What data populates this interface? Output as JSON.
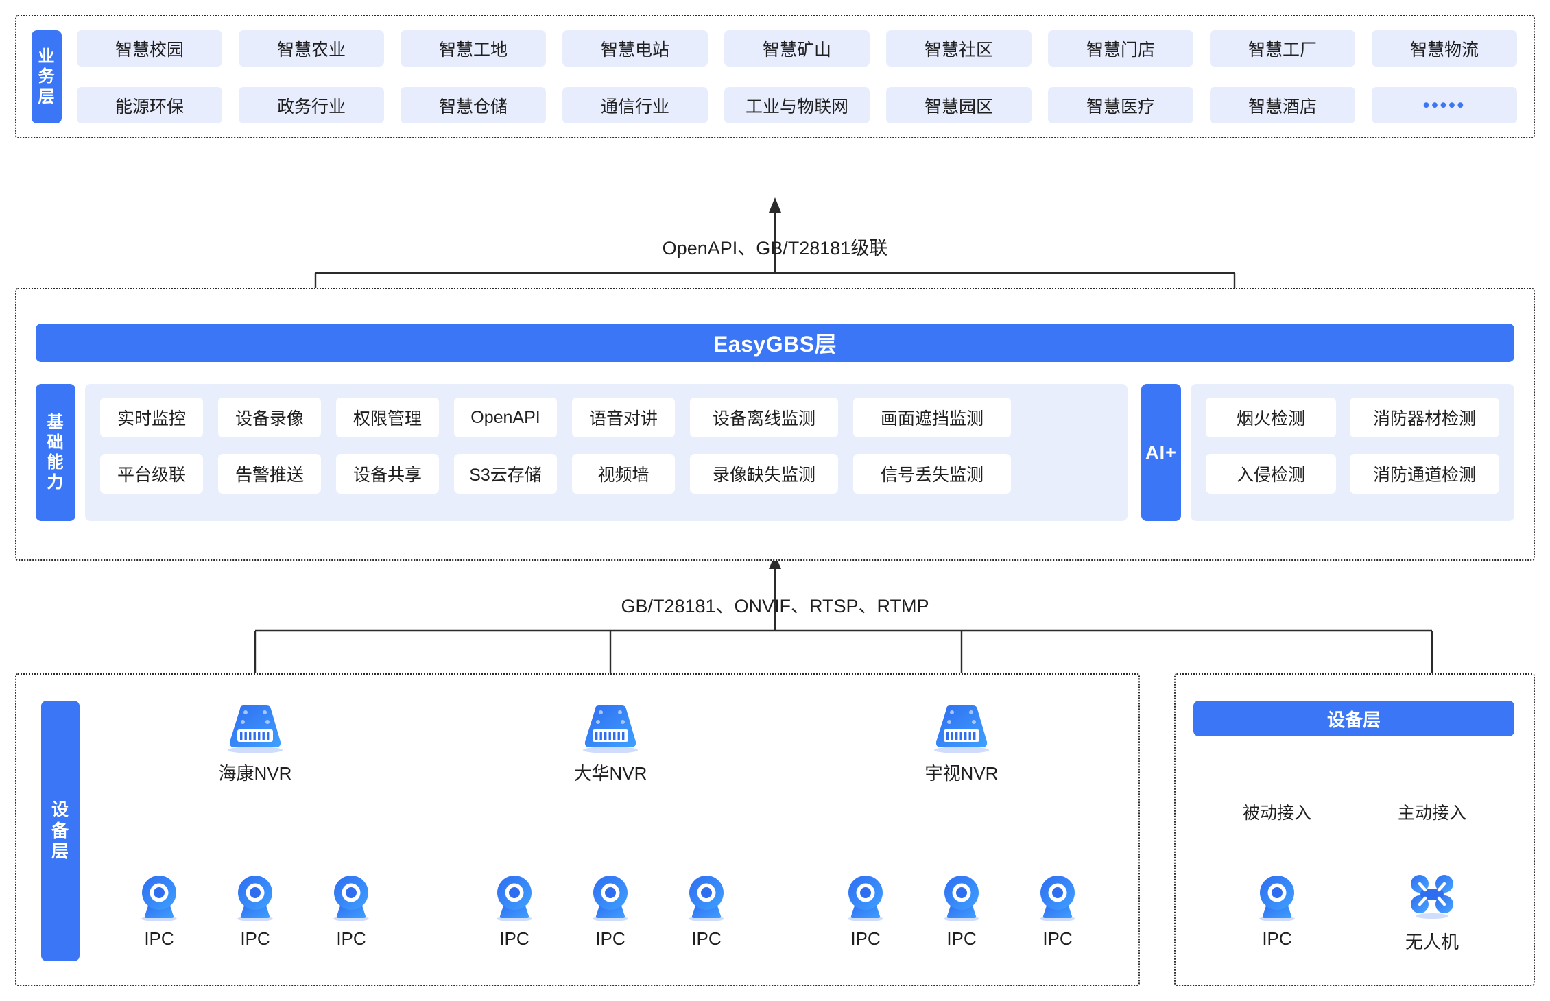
{
  "business_layer": {
    "tab_label": "业务层",
    "items": [
      "智慧校园",
      "智慧农业",
      "智慧工地",
      "智慧电站",
      "智慧矿山",
      "智慧社区",
      "智慧门店",
      "智慧工厂",
      "智慧物流",
      "能源环保",
      "政务行业",
      "智慧仓储",
      "通信行业",
      "工业与物联网",
      "智慧园区",
      "智慧医疗",
      "智慧酒店",
      "•••••"
    ]
  },
  "connections": {
    "business_to_platform": "OpenAPI、GB/T28181级联",
    "platform_to_device": "GB/T28181、ONVIF、RTSP、RTMP"
  },
  "platform_layer": {
    "title": "EasyGBS层",
    "ability_tab_label": "基础能力",
    "ability_items": [
      "实时监控",
      "设备录像",
      "权限管理",
      "OpenAPI",
      "语音对讲",
      "设备离线监测",
      "画面遮挡监测",
      "平台级联",
      "告警推送",
      "设备共享",
      "S3云存储",
      "视频墙",
      "录像缺失监测",
      "信号丢失监测"
    ],
    "ai_tab_label": "AI+",
    "ai_items": [
      "烟火检测",
      "消防器材检测",
      "入侵检测",
      "消防通道检测"
    ]
  },
  "device_layer": {
    "tab_label": "设备层",
    "nvr_groups": [
      {
        "nvr_label": "海康NVR",
        "cameras": [
          "IPC",
          "IPC",
          "IPC"
        ]
      },
      {
        "nvr_label": "大华NVR",
        "cameras": [
          "IPC",
          "IPC",
          "IPC"
        ]
      },
      {
        "nvr_label": "宇视NVR",
        "cameras": [
          "IPC",
          "IPC",
          "IPC"
        ]
      }
    ]
  },
  "right_device_panel": {
    "title": "设备层",
    "branches": [
      {
        "access_label": "被动接入",
        "device_label": "IPC",
        "icon": "ipc-camera-icon"
      },
      {
        "access_label": "主动接入",
        "device_label": "无人机",
        "icon": "drone-icon"
      }
    ]
  },
  "colors": {
    "brand_blue": "#3b76f6",
    "chip_bg": "#e7edfd",
    "panel_bg": "#e9eefd",
    "line": "#2b2b2b"
  }
}
